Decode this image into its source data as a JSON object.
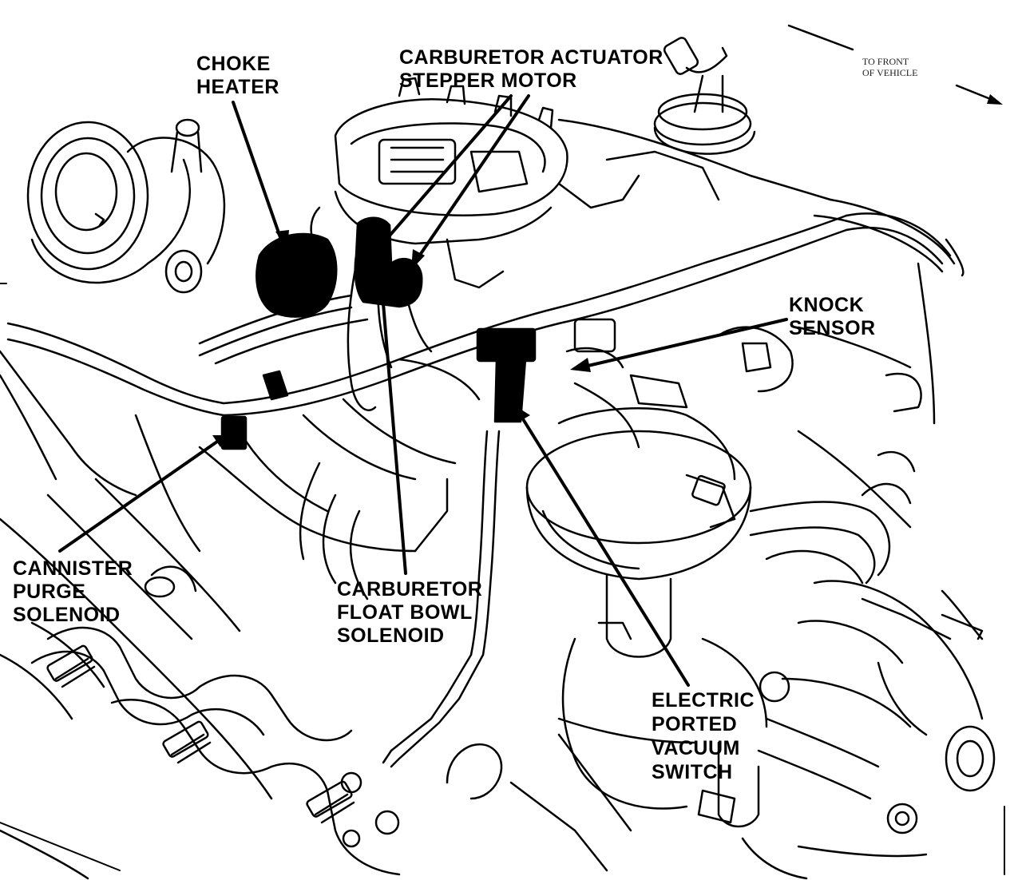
{
  "labels": {
    "choke_heater": [
      "CHOKE",
      "HEATER"
    ],
    "actuator": [
      "CARBURETOR ACTUATOR",
      "STEPPER MOTOR"
    ],
    "knock_sensor": [
      "KNOCK",
      "SENSOR"
    ],
    "cannister": [
      "CANNISTER",
      "PURGE",
      "SOLENOID"
    ],
    "float_bowl": [
      "CARBURETOR",
      "FLOAT BOWL",
      "SOLENOID"
    ],
    "vacuum_switch": [
      "ELECTRIC",
      "PORTED",
      "VACUUM",
      "SWITCH"
    ]
  },
  "direction_note": [
    "TO FRONT",
    "OF VEHICLE"
  ],
  "colors": {
    "ink": "#000000",
    "paper": "#ffffff"
  }
}
